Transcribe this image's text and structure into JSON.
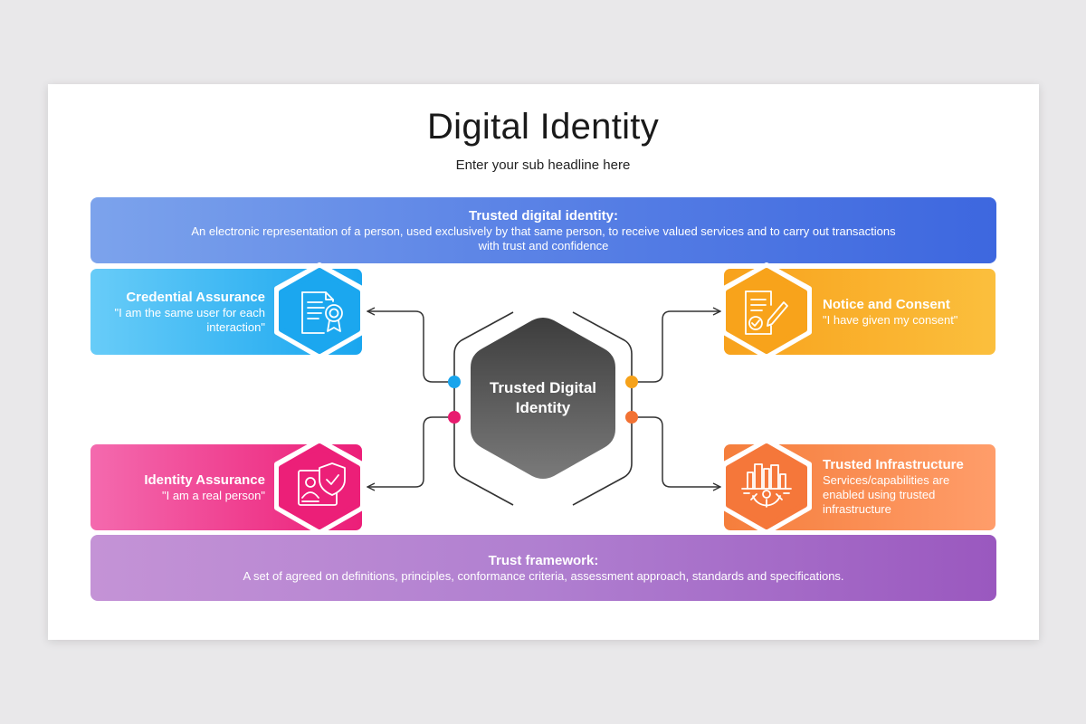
{
  "header": {
    "title": "Digital Identity",
    "subtitle": "Enter your sub headline here"
  },
  "top_band": {
    "title": "Trusted digital identity:",
    "body": "An electronic representation of a person, used exclusively by that same person, to receive valued services and to carry out transactions with trust and confidence"
  },
  "bottom_band": {
    "title": "Trust framework:",
    "body": "A set of agreed on definitions, principles, conformance criteria, assessment approach, standards and specifications."
  },
  "center": {
    "line1": "Trusted Digital",
    "line2": "Identity"
  },
  "cards": {
    "credential": {
      "title": "Credential Assurance",
      "line1": "\"I am the same user for each",
      "line2": "interaction\"",
      "icon": "certificate-icon",
      "color": "#1aa7ef"
    },
    "identity": {
      "title": "Identity Assurance",
      "line1": "\"I am a real person\"",
      "icon": "id-card-shield-icon",
      "color": "#ec1f78"
    },
    "notice": {
      "title": "Notice and Consent",
      "line1": "\"I have given my consent\"",
      "icon": "signed-document-icon",
      "color": "#f8a31b"
    },
    "infrastructure": {
      "title": "Trusted Infrastructure",
      "line1": "Services/capabilities are",
      "line2": "enabled using trusted",
      "line3": "infrastructure",
      "icon": "city-gear-icon",
      "color": "#f5773a"
    }
  },
  "colors": {
    "dot_blue": "#19a4ec",
    "dot_pink": "#e81b6f",
    "dot_orange": "#f6a21a",
    "dot_red": "#f27233",
    "center_hex": "#555555"
  }
}
